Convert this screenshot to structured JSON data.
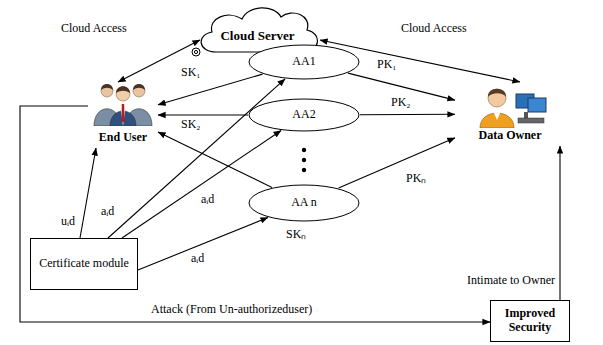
{
  "diagram": {
    "nodes": [
      {
        "text": [
          "Cloud Server"
        ]
      },
      {
        "text": [
          "End User"
        ]
      },
      {
        "text": [
          "AA1"
        ]
      },
      {
        "text": [
          "AA2"
        ]
      },
      {
        "text": [
          "Data Owner"
        ]
      },
      {
        "text": [
          "Certificate module"
        ]
      },
      {
        "text": [
          "AA n"
        ]
      },
      {
        "text": [
          "Improved Security"
        ]
      }
    ],
    "edges": [
      {
        "from": 0,
        "to": 1,
        "arrow": "both",
        "label": "Cloud Access"
      },
      {
        "from": 0,
        "to": 4,
        "arrow": "both",
        "label": "Cloud Access"
      },
      {
        "from": 2,
        "to": 1,
        "arrow": "to",
        "label": "SK₁"
      },
      {
        "from": 3,
        "to": 1,
        "arrow": "to",
        "label": "SK₂"
      },
      {
        "from": 2,
        "to": 4,
        "arrow": "to",
        "label": "PK₁"
      },
      {
        "from": 3,
        "to": 4,
        "arrow": "to",
        "label": "PK₂"
      },
      {
        "from": 5,
        "to": 1,
        "arrow": "to",
        "label": "uᵢd"
      },
      {
        "from": 5,
        "to": 2,
        "arrow": "to",
        "label": "aᵢd"
      },
      {
        "from": 5,
        "to": 3,
        "arrow": "to",
        "label": "aᵢd"
      },
      {
        "from": 5,
        "to": 6,
        "arrow": "to",
        "label": "aᵢd"
      },
      {
        "from": 6,
        "to": 1,
        "arrow": "to",
        "label": "SKₙ"
      },
      {
        "from": 6,
        "to": 4,
        "arrow": "to",
        "label": "PKₙ"
      },
      {
        "from": 1,
        "to": 7,
        "arrow": "to",
        "label": "Attack (From Un-authorizeduser)"
      },
      {
        "from": 7,
        "to": 4,
        "arrow": "to",
        "label": "Intimate to Owner"
      }
    ]
  }
}
